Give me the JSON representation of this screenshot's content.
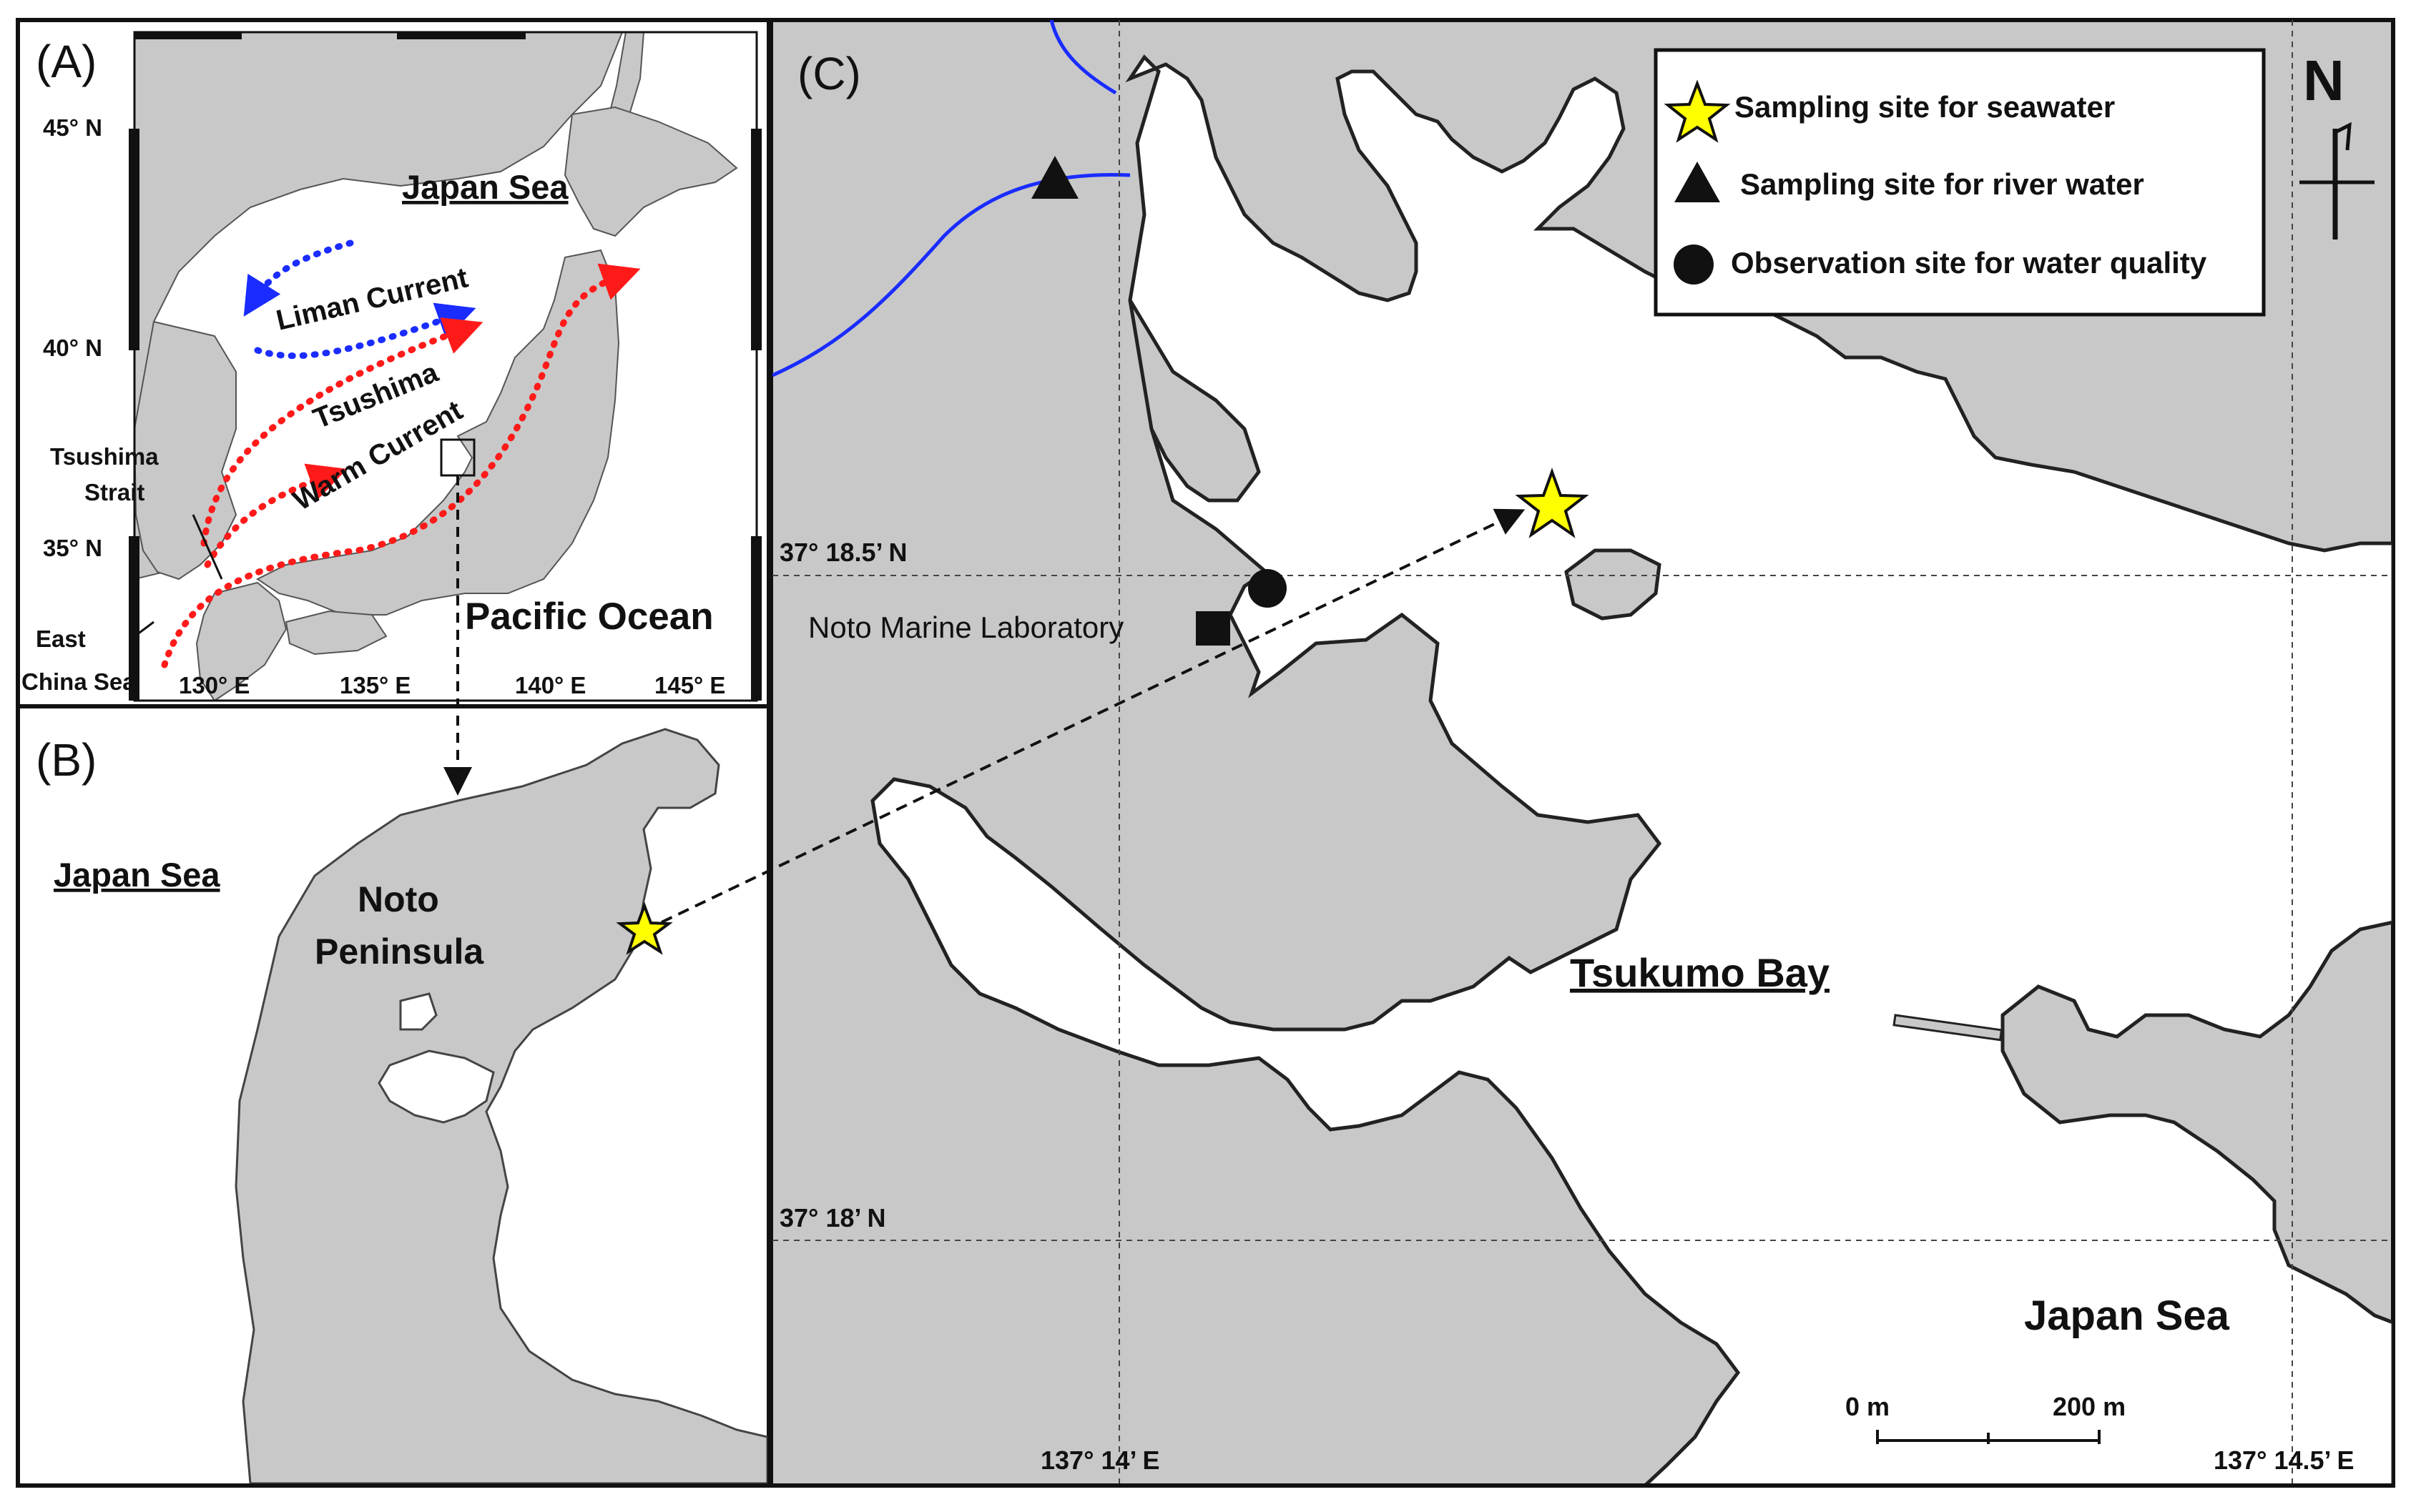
{
  "panel_a": {
    "label": "(A)",
    "lat_labels": [
      "45° N",
      "40° N",
      "35° N"
    ],
    "lon_labels": [
      "130° E",
      "135° E",
      "140° E",
      "145° E"
    ],
    "sea_label": "Japan Sea",
    "liman_current": "Liman Current",
    "tsushima_1": "Tsushima",
    "tsushima_2": "Warm Current",
    "strait_1": "Tsushima",
    "strait_2": "Strait",
    "ecs_1": "East",
    "ecs_2": "China Sea",
    "pacific": "Pacific Ocean"
  },
  "panel_b": {
    "label": "(B)",
    "sea_label": "Japan Sea",
    "pen_1": "Noto",
    "pen_2": "Peninsula"
  },
  "panel_c": {
    "label": "(C)",
    "legend": {
      "seawater": "Sampling site for seawater",
      "river": "Sampling site for river water",
      "observation": "Observation site for water quality"
    },
    "north": "N",
    "lat_1": "37° 18.5’ N",
    "lat_2": "37° 18’ N",
    "lon_1": "137° 14’ E",
    "lon_2": "137° 14.5’ E",
    "lab": "Noto Marine Laboratory",
    "bay": "Tsukumo Bay",
    "sea": "Japan Sea",
    "scale_0": "0 m",
    "scale_1": "200 m"
  },
  "colors": {
    "land": "#c8c8c8",
    "water": "#ffffff",
    "liman": "#1a2cff",
    "tsushima": "#ff1a1a",
    "river": "#1a2cff",
    "star": "#ffff00"
  }
}
